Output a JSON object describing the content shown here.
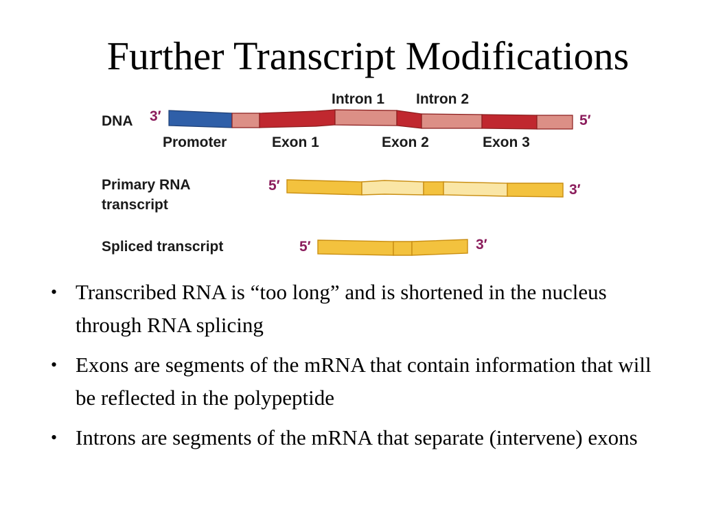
{
  "slide": {
    "title": "Further Transcript Modifications",
    "bullet_char": "•",
    "bullets": [
      "Transcribed RNA is “too long” and is shortened in the nucleus through RNA splicing",
      "Exons are segments of the mRNA that contain information that will be reflected in the polypeptide",
      "Introns are segments of the mRNA that separate (intervene) exons"
    ]
  },
  "diagram": {
    "dna": {
      "label": "DNA",
      "left_end": "3′",
      "right_end": "5′",
      "intron1": "Intron 1",
      "intron2": "Intron 2",
      "promoter": "Promoter",
      "exon1": "Exon 1",
      "exon2": "Exon 2",
      "exon3": "Exon 3"
    },
    "primary": {
      "label_line1": "Primary RNA",
      "label_line2": "transcript",
      "left_end": "5′",
      "right_end": "3′"
    },
    "spliced": {
      "label": "Spliced transcript",
      "left_end": "5′",
      "right_end": "3′"
    },
    "colors": {
      "promoter": "#2f5fa8",
      "exon_dna": "#c0282f",
      "intron_dna": "#dc8f86",
      "exon_rna": "#f3c23e",
      "intron_rna": "#fae6a6",
      "end_label": "#8b1d5c"
    }
  }
}
